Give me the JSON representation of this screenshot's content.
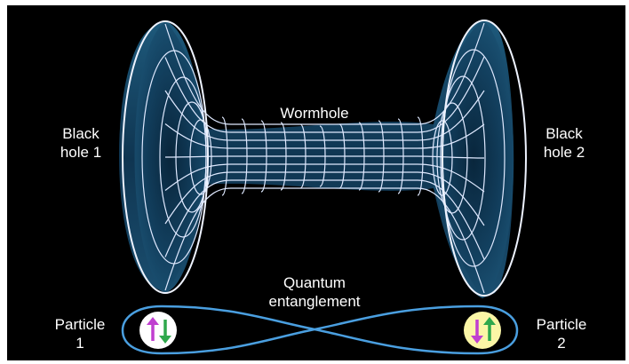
{
  "labels": {
    "black_hole_1": [
      "Black",
      "hole 1"
    ],
    "black_hole_2": [
      "Black",
      "hole 2"
    ],
    "wormhole": "Wormhole",
    "entanglement": [
      "Quantum",
      "entanglement"
    ],
    "particle_1": [
      "Particle",
      "1"
    ],
    "particle_2": [
      "Particle",
      "2"
    ]
  },
  "colors": {
    "background": "#000000",
    "wormhole_fill": "#123f5e",
    "grid": "#dfe9ff",
    "loop": "#4a9fe0",
    "particle_1_fill": "#ffffff",
    "particle_2_fill": "#fbf6a6",
    "arrow_magenta": "#c03fd0",
    "arrow_green": "#2fa84c"
  },
  "icons": {
    "particle_1": [
      "up-arrow-icon",
      "down-arrow-icon"
    ],
    "particle_2": [
      "down-arrow-icon",
      "up-arrow-icon"
    ]
  }
}
